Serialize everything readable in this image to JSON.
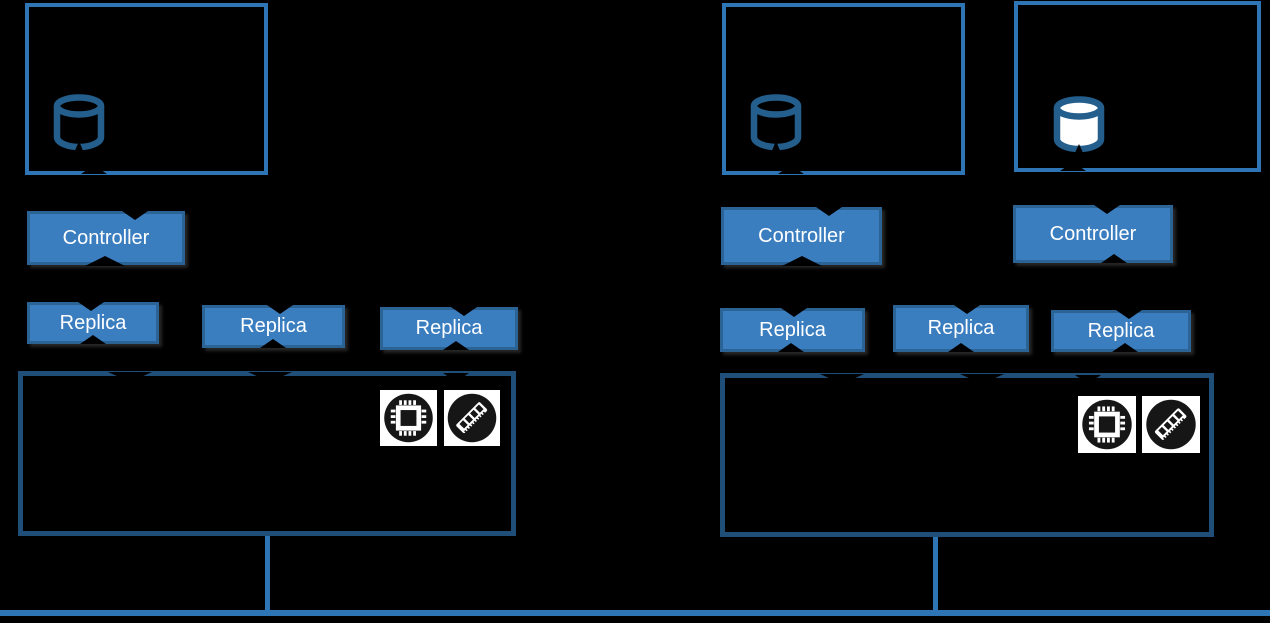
{
  "diagram": {
    "left_cluster": {
      "top_boxes": [
        {
          "icon": "database-outline"
        }
      ],
      "controller_label": "Controller",
      "replica_labels": [
        "Replica",
        "Replica",
        "Replica"
      ],
      "node_icons": [
        "cpu",
        "ram"
      ]
    },
    "right_cluster": {
      "top_boxes": [
        {
          "icon": "database-outline"
        },
        {
          "icon": "database-filled"
        }
      ],
      "controller_labels": [
        "Controller",
        "Controller"
      ],
      "replica_labels": [
        "Replica",
        "Replica",
        "Replica"
      ],
      "node_icons": [
        "cpu",
        "ram"
      ]
    },
    "colors": {
      "background": "#000000",
      "top_box_border": "#2E75B6",
      "big_box_border": "#1F4E79",
      "button_fill": "#3B7EC0",
      "button_border": "#2B6394",
      "button_text": "#FFFFFF",
      "cylinder_stroke": "#245E8C",
      "cylinder_fill_filled": "#FFFFFF",
      "connector_line": "#2E75B6",
      "icon_tile": "#FFFFFF",
      "icon_circle": "#161616"
    }
  }
}
